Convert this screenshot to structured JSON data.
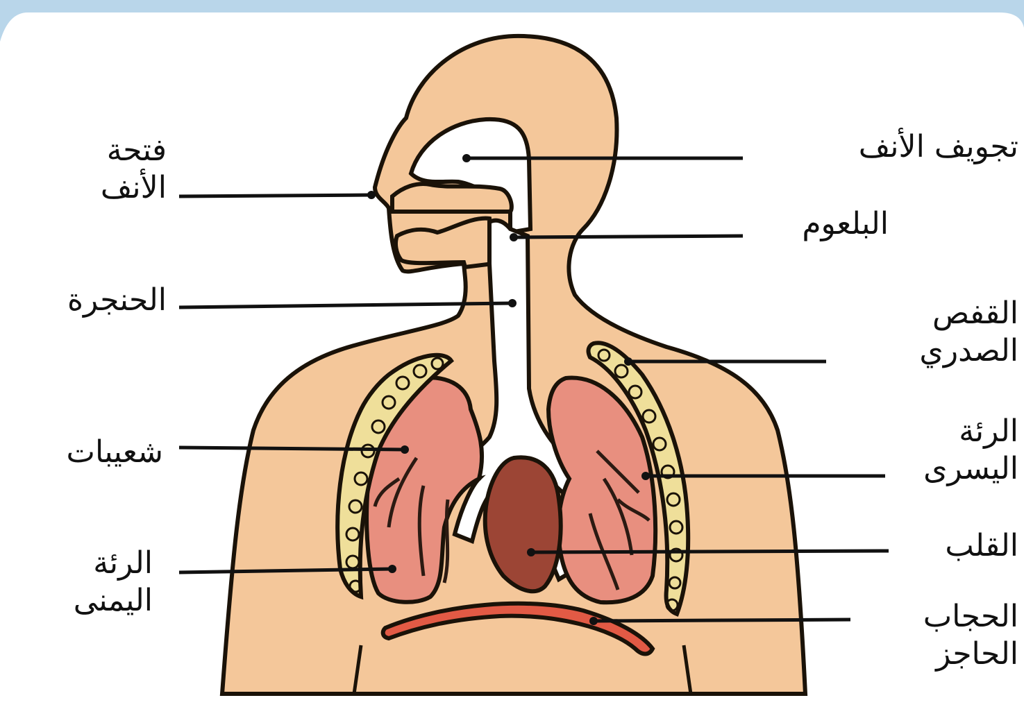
{
  "colors": {
    "skin": "#f4c79a",
    "skin_outline": "#1a1208",
    "airway": "#ffffff",
    "lung": "#e88f7f",
    "heart": "#9c4535",
    "diaphragm": "#e25a45",
    "rib": "#efdf9a",
    "line": "#111111"
  },
  "labels": {
    "nostril": {
      "l1": "فتحة",
      "l2": "الأنف"
    },
    "larynx": "الحنجرة",
    "bronchioles": "شعيبات",
    "right_lung": {
      "l1": "الرئة",
      "l2": "اليمنى"
    },
    "nasal_cavity": "تجويف الأنف",
    "pharynx": "البلعوم",
    "rib_cage": {
      "l1": "القفص",
      "l2": "الصدري"
    },
    "left_lung": {
      "l1": "الرئة",
      "l2": "اليسرى"
    },
    "heart": "القلب",
    "diaphragm": {
      "l1": "الحجاب",
      "l2": "الحاجز"
    }
  }
}
